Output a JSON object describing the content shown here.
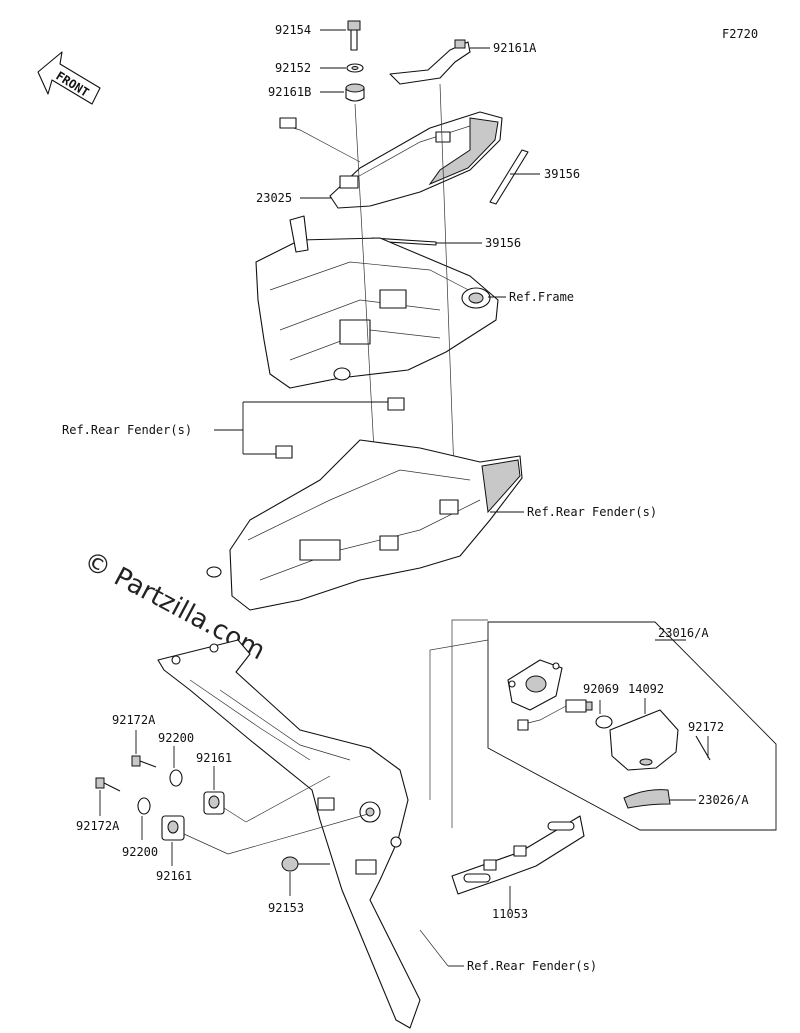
{
  "diagram": {
    "code": "F2720",
    "front_arrow": "FRONT",
    "watermark": "© Partzilla.com",
    "labels": {
      "p92154": "92154",
      "p92152": "92152",
      "p92161B": "92161B",
      "p92161A": "92161A",
      "p39156a": "39156",
      "p23025": "23025",
      "p39156b": "39156",
      "refFrame": "Ref.Frame",
      "refRearFender1": "Ref.Rear Fender(s)",
      "refRearFender2": "Ref.Rear Fender(s)",
      "p23016A": "23016/A",
      "p92069": "92069",
      "p14092": "14092",
      "p92172": "92172",
      "p23026A": "23026/A",
      "p92172A_top": "92172A",
      "p92200_top": "92200",
      "p92161_top": "92161",
      "p92172A_bot": "92172A",
      "p92200_bot": "92200",
      "p92161_bot": "92161",
      "p92153": "92153",
      "p11053": "11053",
      "refRearFender3": "Ref.Rear Fender(s)"
    }
  }
}
